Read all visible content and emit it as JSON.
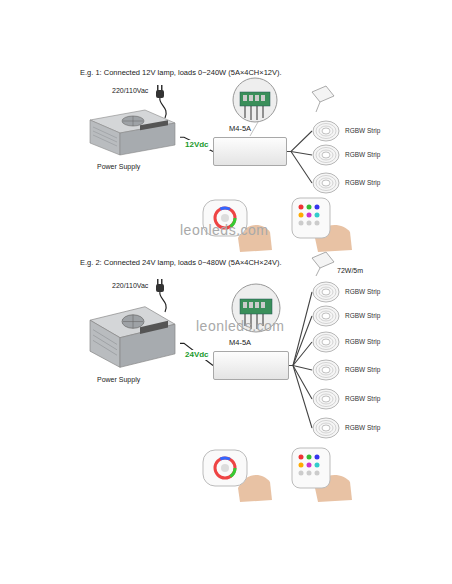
{
  "diagram": {
    "nodes": [
      {
        "text": [
          "Power Supply"
        ]
      },
      {
        "text": [
          "M4-5A"
        ]
      },
      {
        "text": [
          "RGBW Strip"
        ]
      },
      {
        "text": [
          "RGBW Strip"
        ]
      },
      {
        "text": [
          "RGBW Strip"
        ]
      },
      {
        "text": [
          "Power Supply"
        ]
      },
      {
        "text": [
          "M4-5A"
        ]
      },
      {
        "text": [
          "RGBW Strip"
        ]
      },
      {
        "text": [
          "RGBW Strip"
        ]
      },
      {
        "text": [
          "RGBW Strip"
        ]
      },
      {
        "text": [
          "RGBW Strip"
        ]
      },
      {
        "text": [
          "RGBW Strip"
        ]
      },
      {
        "text": [
          "RGBW Strip"
        ]
      }
    ],
    "edges": [
      {
        "from": 0,
        "to": 1,
        "arrow": "none",
        "label": "12Vdc"
      },
      {
        "from": 1,
        "to": 2,
        "arrow": "none"
      },
      {
        "from": 1,
        "to": 3,
        "arrow": "none"
      },
      {
        "from": 1,
        "to": 4,
        "arrow": "none"
      },
      {
        "from": 5,
        "to": 6,
        "arrow": "none",
        "label": "24Vdc"
      },
      {
        "from": 6,
        "to": 7,
        "arrow": "none"
      },
      {
        "from": 6,
        "to": 8,
        "arrow": "none"
      },
      {
        "from": 6,
        "to": 9,
        "arrow": "none"
      },
      {
        "from": 6,
        "to": 10,
        "arrow": "none"
      },
      {
        "from": 6,
        "to": 11,
        "arrow": "none"
      },
      {
        "from": 6,
        "to": 12,
        "arrow": "none"
      }
    ],
    "labels": [
      "E.g. 1: Connected 12V lamp, loads 0~240W (5A×4CH×12V).",
      "220/110Vac",
      "leonleds.com",
      "E.g. 2: Connected 24V lamp, loads 0~480W (5A×4CH×24V).",
      "220/110Vac",
      "72W/5m",
      "leonleds.com"
    ]
  }
}
